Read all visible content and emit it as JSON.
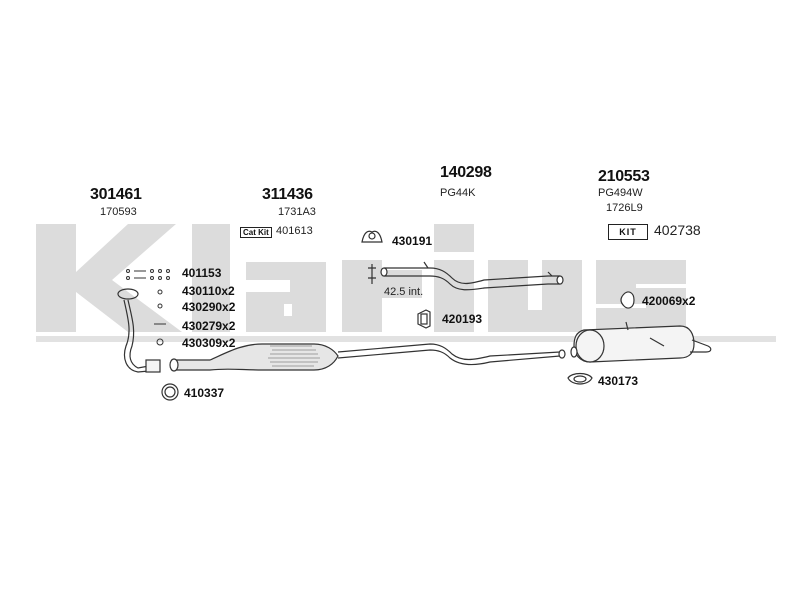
{
  "watermark": {
    "text": "Klarius",
    "color": "#dcdcdc"
  },
  "groups": [
    {
      "id": "g1",
      "number": "301461",
      "code": "170593"
    },
    {
      "id": "g2",
      "number": "311436",
      "code": "1731A3",
      "kit_label": "Cat Kit",
      "kit_number": "401613"
    },
    {
      "id": "g3",
      "number": "140298",
      "code": "PG4⁤4K"
    },
    {
      "id": "g4",
      "number": "210553",
      "code": "PG494W",
      "code2": "1726L9",
      "kit_label": "KIT",
      "kit_number": "402738"
    }
  ],
  "parts": {
    "p401153": "401153",
    "p430110": "430110x2",
    "p430290": "430290x2",
    "p430279": "430279x2",
    "p430309": "430309x2",
    "p410337": "410337",
    "p430191": "430191",
    "p420193": "420193",
    "p420069": "420069x2",
    "p430173": "430173"
  },
  "annotations": {
    "length": "42.5 int."
  },
  "colors": {
    "line": "#333333",
    "pipe_fill": "#f4f4f4",
    "cat_fill": "#e6e6e6"
  }
}
